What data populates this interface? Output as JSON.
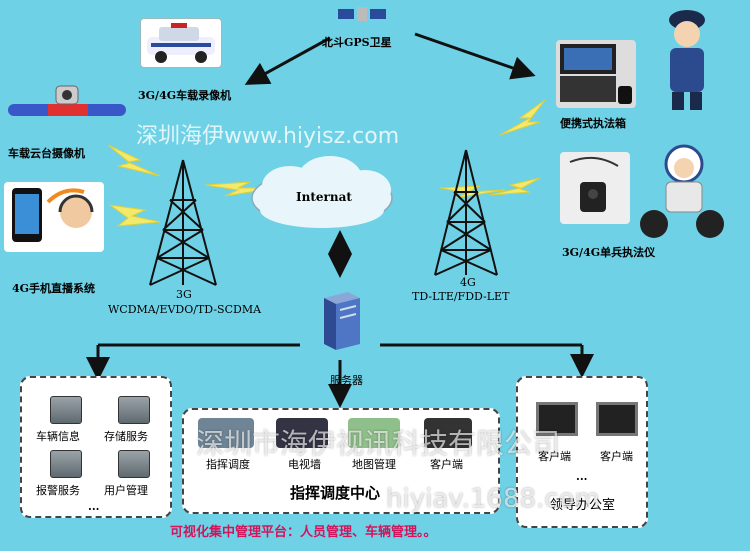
{
  "top": {
    "satellite": "北斗GPS卫星",
    "car_camera": "3G/4G车载录像机",
    "ptz_camera": "车载云台摄像机",
    "portable_box": "便携式执法箱",
    "mobile_live": "4G手机直播系统",
    "single_device": "3G/4G单兵执法仪"
  },
  "network": {
    "cloud": "Internat",
    "tower_left_line1": "3G",
    "tower_left_line2": "WCDMA/EVDO/TD-SCDMA",
    "tower_right_line1": "4G",
    "tower_right_line2": "TD-LTE/FDD-LET",
    "server": "服务器"
  },
  "services": {
    "items": [
      "车辆信息",
      "存储服务",
      "报警服务",
      "用户管理"
    ],
    "more": "..."
  },
  "command_center": {
    "items": [
      "指挥调度",
      "电视墙",
      "地图管理",
      "客户端"
    ],
    "title": "指挥调度中心"
  },
  "office": {
    "items": [
      "客户端",
      "客户端"
    ],
    "more": "...",
    "title": "领导办公室"
  },
  "footer": "可视化集中管理平台：人员管理、车辆管理。。",
  "watermarks": {
    "top": "深圳海伊www.hiyisz.com",
    "company": "深圳市海伊视讯科技有限公司",
    "url": "hiyiav.1688.com"
  },
  "colors": {
    "background": "#6fd1e6",
    "arrow": "#111111",
    "footer": "#d4145a",
    "lightning": "#f3e96a"
  }
}
